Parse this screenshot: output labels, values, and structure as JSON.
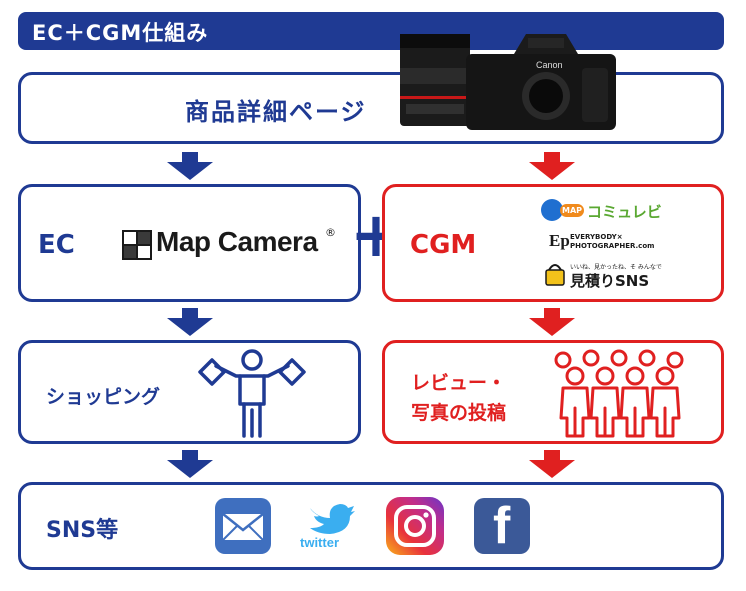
{
  "header": {
    "title": "EC＋CGM仕組み"
  },
  "product_page": {
    "label": "商品詳細ページ"
  },
  "ec": {
    "label": "EC",
    "brand": "Map Camera",
    "brand_mark": "MAP CAMERA",
    "registered": "®"
  },
  "plus": "+",
  "cgm": {
    "label": "CGM",
    "logo1": {
      "text": "コミュレビ",
      "badge": "MAP"
    },
    "logo2": {
      "mark": "Ep",
      "line1": "EVERYBODY×",
      "line2": "PHOTOGRAPHER.com"
    },
    "logo3": {
      "text": "見積りSNS",
      "tagline": "いいね、見かったね、そ みんなで"
    }
  },
  "shopping": {
    "label": "ショッピング"
  },
  "review": {
    "label_line1": "レビュー・",
    "label_line2": "写真の投稿"
  },
  "sns": {
    "label": "SNS等",
    "twitter_text": "twitter",
    "facebook_letter": "f"
  },
  "colors": {
    "navy": "#1f3a93",
    "red": "#e02020"
  }
}
